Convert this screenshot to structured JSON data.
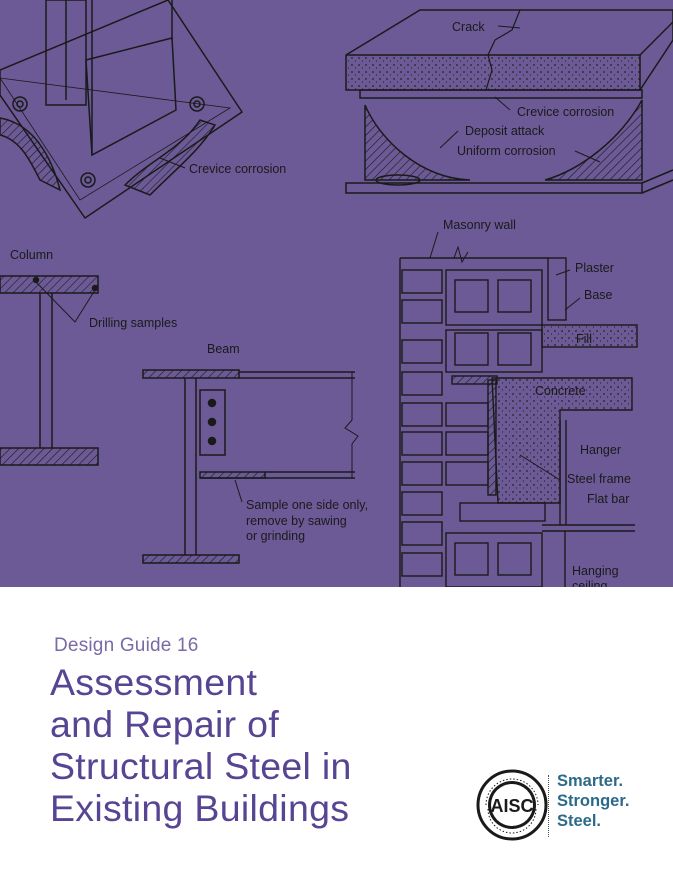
{
  "labels": {
    "crack": "Crack",
    "crevice1": "Crevice corrosion",
    "crevice2": "Crevice corrosion",
    "deposit": "Deposit attack",
    "uniform": "Uniform corrosion",
    "column": "Column",
    "drilling": "Drilling samples",
    "beam": "Beam",
    "sample1": "Sample one side only,",
    "sample2": "remove by sawing",
    "sample3": "or grinding",
    "masonry": "Masonry wall",
    "plaster": "Plaster",
    "base": "Base",
    "fill": "Fill",
    "concrete": "Concrete",
    "hanger": "Hanger",
    "steel_frame": "Steel frame",
    "flat_bar": "Flat bar",
    "hanging1": "Hanging",
    "hanging2": "ceiling"
  },
  "cover": {
    "series": "Design Guide 16",
    "title_lines": [
      "Assessment",
      "and Repair of",
      "Structural Steel in",
      "Existing Buildings"
    ],
    "logo_text": "AISC",
    "tagline": [
      "Smarter.",
      "Stronger.",
      "Steel."
    ]
  },
  "colors": {
    "background_purple": "#6b5a96",
    "title_purple": "#574593",
    "tagline_blue": "#2d6a8a"
  }
}
